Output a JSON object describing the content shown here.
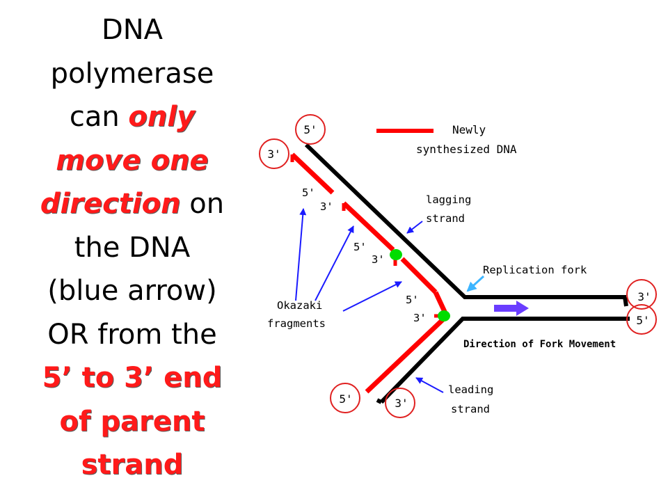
{
  "headline": {
    "line1": "DNA",
    "line2": "polymerase",
    "line3_plain": "can ",
    "line3_hl": "only",
    "line4_hl": "move one",
    "line5_hl": "direction",
    "line5_plain": " on",
    "line6": "the DNA",
    "line7": "(blue arrow)",
    "line8": "OR from the",
    "line9_hl": "5’ to 3’ end",
    "line10_hl": "of parent",
    "line11_hl": "strand"
  },
  "diagram": {
    "legend_line1": "Newly",
    "legend_line2": "synthesized DNA",
    "lagging_1": "lagging",
    "lagging_2": "strand",
    "replication_fork": "Replication fork",
    "okazaki_1": "Okazaki",
    "okazaki_2": "fragments",
    "direction_label": "Direction of Fork Movement",
    "leading_1": "leading",
    "leading_2": "strand",
    "end_top_5": "5'",
    "end_top_3": "3'",
    "end_frag1_5": "5'",
    "end_frag1_3": "3'",
    "end_frag2_5": "5'",
    "end_frag2_3": "3'",
    "end_frag3_5": "5'",
    "end_frag3_3": "3'",
    "end_right_3": "3'",
    "end_right_5": "5'",
    "end_bottom_5": "5'",
    "end_bottom_3": "3'"
  },
  "colors": {
    "parent_strand": "#000000",
    "new_strand": "#ff0000",
    "arrow_blue": "#1a1aff",
    "fork_arrow": "#3db5ff",
    "direction_arrow": "#6a3dff",
    "primer": "#00dd00",
    "circle": "#e02020",
    "highlight_text": "#ff1a1a"
  }
}
